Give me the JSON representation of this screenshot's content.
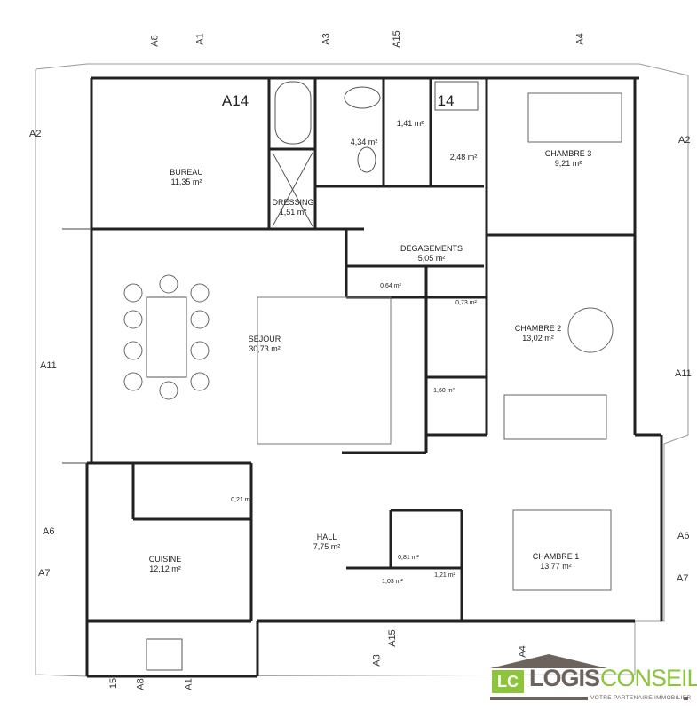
{
  "rooms": [
    {
      "name": "BUREAU",
      "area": "11,35 m²"
    },
    {
      "name": "",
      "area": "4,34 m²"
    },
    {
      "name": "",
      "area": "1,41 m²"
    },
    {
      "name": "",
      "area": "2,48 m²"
    },
    {
      "name": "CHAMBRE 3",
      "area": "9,21 m²"
    },
    {
      "name": "DRESSING",
      "area": "1,51 m²"
    },
    {
      "name": "DEGAGEMENTS",
      "area": "5,05 m²"
    },
    {
      "name": "",
      "area": "0,64 m²"
    },
    {
      "name": "",
      "area": "0,73 m²"
    },
    {
      "name": "SEJOUR",
      "area": "30,73 m²"
    },
    {
      "name": "CHAMBRE 2",
      "area": "13,02 m²"
    },
    {
      "name": "",
      "area": "1,60 m²"
    },
    {
      "name": "",
      "area": "0,21 m²"
    },
    {
      "name": "CUISINE",
      "area": "12,12 m²"
    },
    {
      "name": "HALL",
      "area": "7,75 m²"
    },
    {
      "name": "",
      "area": "0,81 m²"
    },
    {
      "name": "",
      "area": "1,03 m²"
    },
    {
      "name": "",
      "area": "1,21 m²"
    },
    {
      "name": "CHAMBRE 1",
      "area": "13,77 m²"
    }
  ],
  "markers": {
    "a14": "A14",
    "m14": "14"
  },
  "axes": {
    "top": [
      "A8",
      "A1",
      "A3",
      "A15",
      "A4"
    ],
    "left": [
      "A2",
      "A11",
      "A6",
      "A7"
    ],
    "right": [
      "A2",
      "A11",
      "A6",
      "A7"
    ],
    "bottom": [
      "15",
      "A8",
      "A1",
      "A3",
      "A15",
      "A4"
    ]
  },
  "logo": {
    "mark": "LC",
    "word1": "LOGIS",
    "word2": "CONSEIL",
    "tagline": "VOTRE PARTENAIRE IMMOBILIER",
    "colors": {
      "green": "#8cc43c",
      "grey": "#6d635e"
    }
  }
}
